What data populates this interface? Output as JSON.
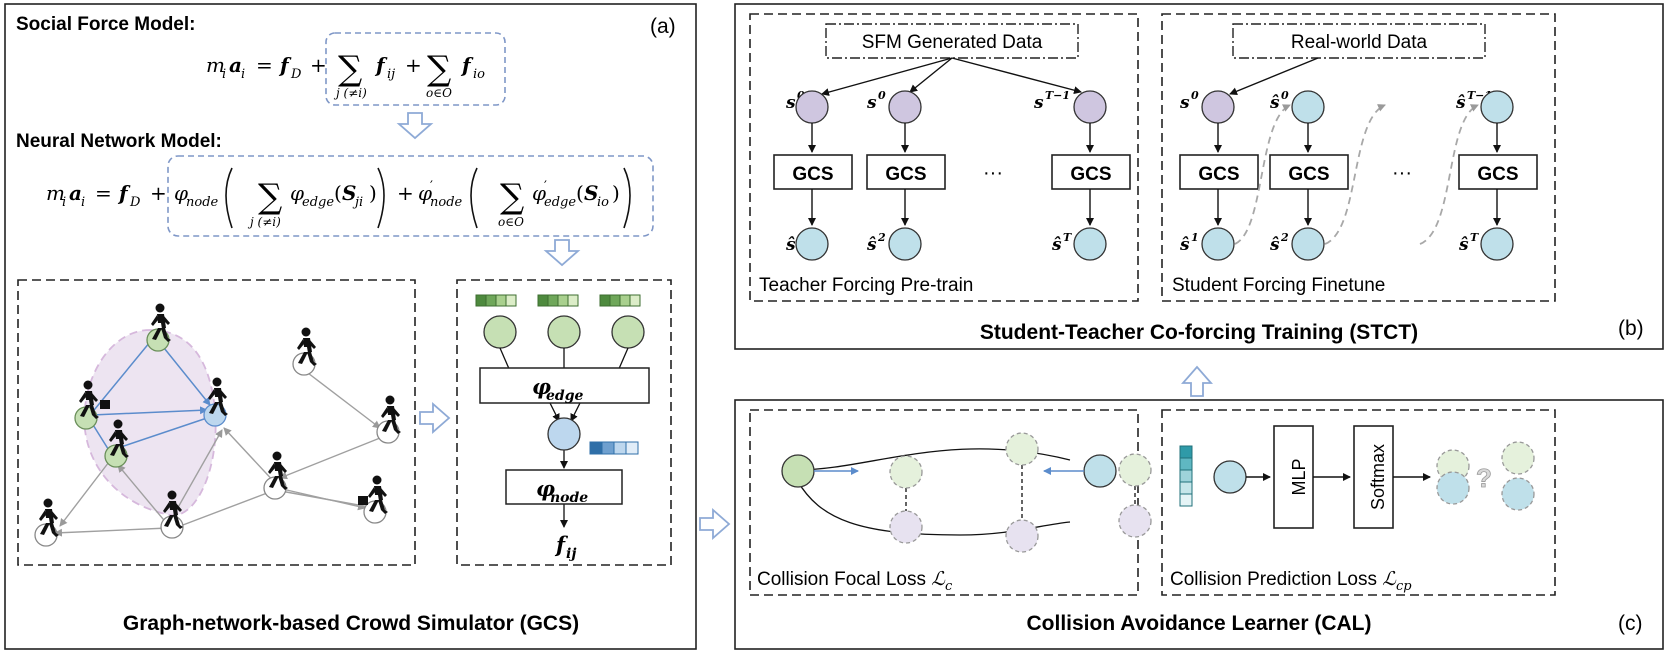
{
  "panel_a": {
    "tag": "(a)",
    "sfm_title": "Social Force Model:",
    "sfm_eq_lhs": "m",
    "sfm_eq_sub_i": "i",
    "sfm_eq_a": "a",
    "sfm_eq_eq": "=",
    "sfm_eq_fD": "f",
    "sfm_eq_D": "D",
    "sfm_eq_plus1": "+",
    "sum_sym": "∑",
    "sfm_eq_fij": "f",
    "sfm_eq_ij": "ij",
    "sfm_eq_plus2": "+",
    "sfm_eq_fio": "f",
    "sfm_eq_io": "io",
    "sum_under_j": "j (≠i)",
    "sum_under_o": "o∈O",
    "nn_title": "Neural Network Model:",
    "nn_phi": "φ",
    "nn_node": "node",
    "nn_edge": "edge",
    "nn_S": "S",
    "nn_ji": "ji",
    "nn_io": "io",
    "nn_prime": "′",
    "gcs_caption": "Graph-network-based Crowd Simulator (GCS)",
    "edge_label": "φ",
    "edge_sub": "edge",
    "node_label": "φ",
    "node_sub": "node",
    "out_label": "f",
    "out_sub": "ij"
  },
  "panel_b": {
    "tag": "(b)",
    "sfm_data": "SFM Generated Data",
    "real_data": "Real-world Data",
    "gcs": "GCS",
    "ellipsis": "···",
    "s": "s",
    "shat": "ŝ",
    "sup0": "0",
    "sup1": "1",
    "sup2": "2",
    "supT": "T",
    "supTm1": "T−1",
    "teacher_caption": "Teacher Forcing Pre-train",
    "student_caption": "Student Forcing Finetune",
    "caption": "Student-Teacher Co-forcing Training (STCT)"
  },
  "panel_c": {
    "tag": "(c)",
    "focal_caption": "Collision Focal Loss ",
    "focal_L": "ℒ",
    "focal_sub": "c",
    "pred_caption": "Collision Prediction Loss ",
    "pred_L": "ℒ",
    "pred_sub": "cp",
    "mlp": "MLP",
    "softmax": "Softmax",
    "question": "?",
    "caption": "Collision Avoidance Learner (CAL)"
  },
  "colors": {
    "green_fill": "#c6e0b4",
    "green_stroke": "#6a8f5a",
    "blue_fill": "#bfe0ea",
    "purple_fill": "#cfc6e0",
    "arrow_blue": "#8eaad6",
    "node_blue": "#bdd7ee",
    "dark_green": "#4e8a3e",
    "dark_blue": "#2f6fa8",
    "teal": "#2f9aa8"
  }
}
